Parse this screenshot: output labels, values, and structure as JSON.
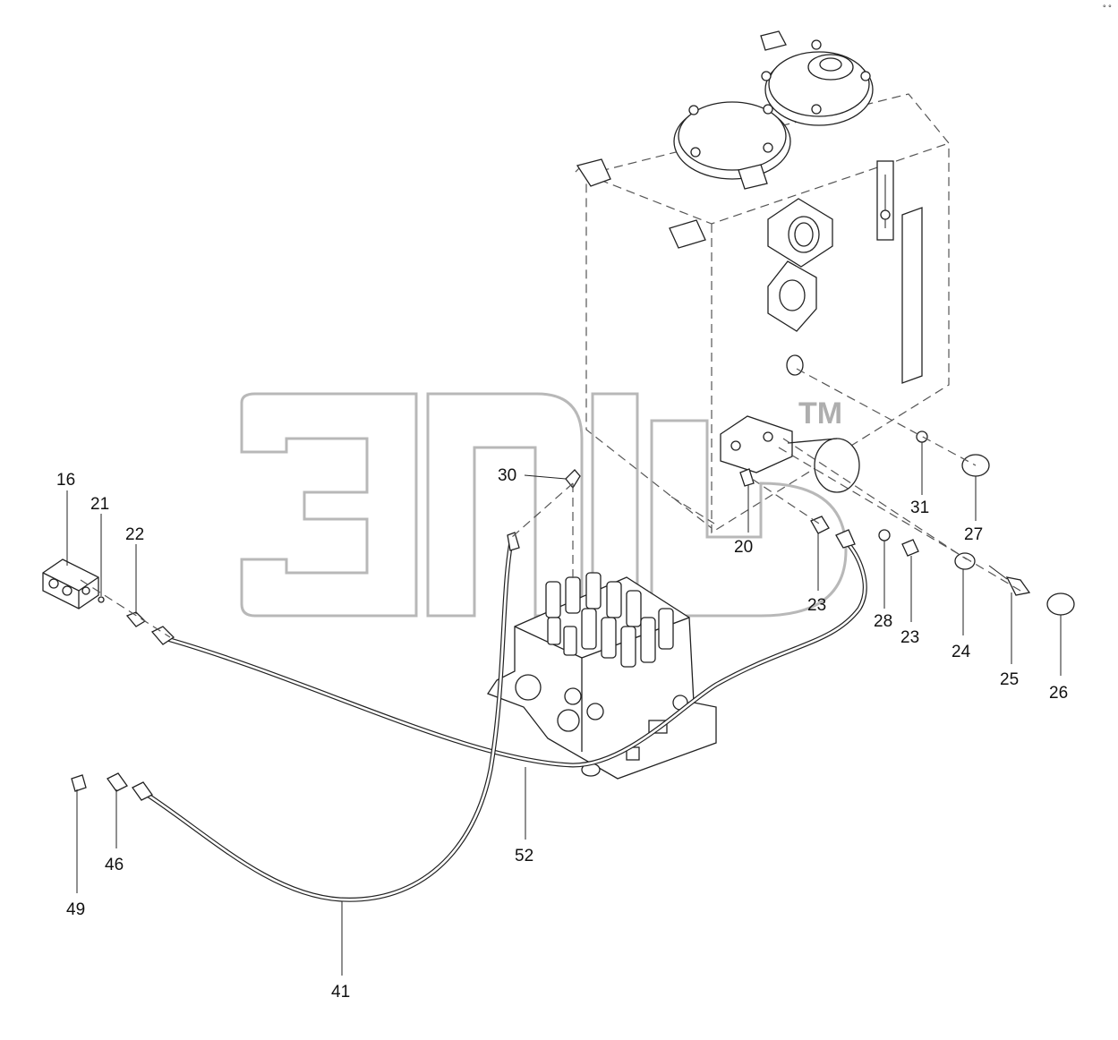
{
  "diagram": {
    "watermark_mark": "TM",
    "callouts": [
      "16",
      "21",
      "22",
      "30",
      "20",
      "23",
      "23",
      "28",
      "24",
      "25",
      "26",
      "27",
      "31",
      "52",
      "46",
      "49",
      "41"
    ],
    "corner_mark": "° °"
  }
}
